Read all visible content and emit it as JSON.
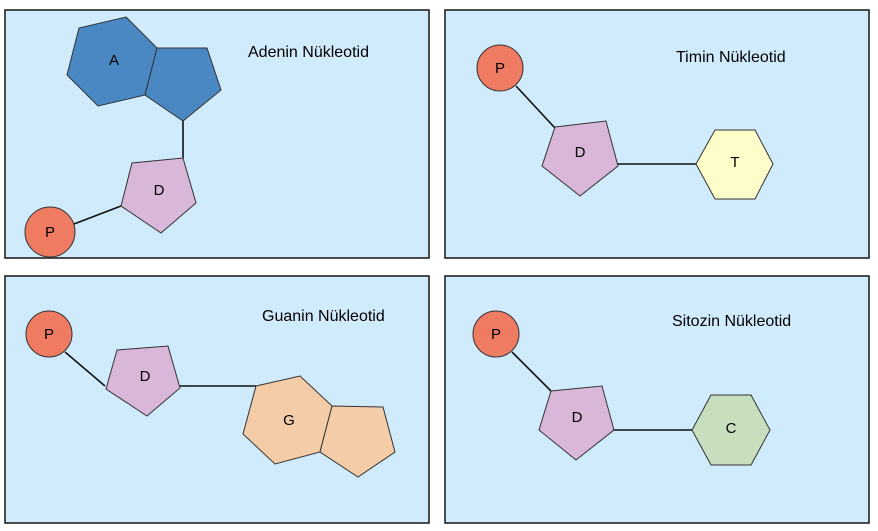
{
  "colors": {
    "panel_background": "#d0ebfb",
    "phosphate": "#ef7b62",
    "deoxyribose": "#d9b7d9",
    "adenine": "#4a88c4",
    "thymine": "#fefdc9",
    "guanine": "#f4cda8",
    "cytosine": "#c8dfbf"
  },
  "panels": [
    {
      "title": "Adenin Nükleotid",
      "phosphate_label": "P",
      "sugar_label": "D",
      "base_label": "A",
      "base_type": "purine",
      "base_color": "#4a88c4"
    },
    {
      "title": "Timin Nükleotid",
      "phosphate_label": "P",
      "sugar_label": "D",
      "base_label": "T",
      "base_type": "pyrimidine",
      "base_color": "#fefdc9"
    },
    {
      "title": "Guanin Nükleotid",
      "phosphate_label": "P",
      "sugar_label": "D",
      "base_label": "G",
      "base_type": "purine",
      "base_color": "#f4cda8"
    },
    {
      "title": "Sitozin Nükleotid",
      "phosphate_label": "P",
      "sugar_label": "D",
      "base_label": "C",
      "base_type": "pyrimidine",
      "base_color": "#c8dfbf"
    }
  ]
}
